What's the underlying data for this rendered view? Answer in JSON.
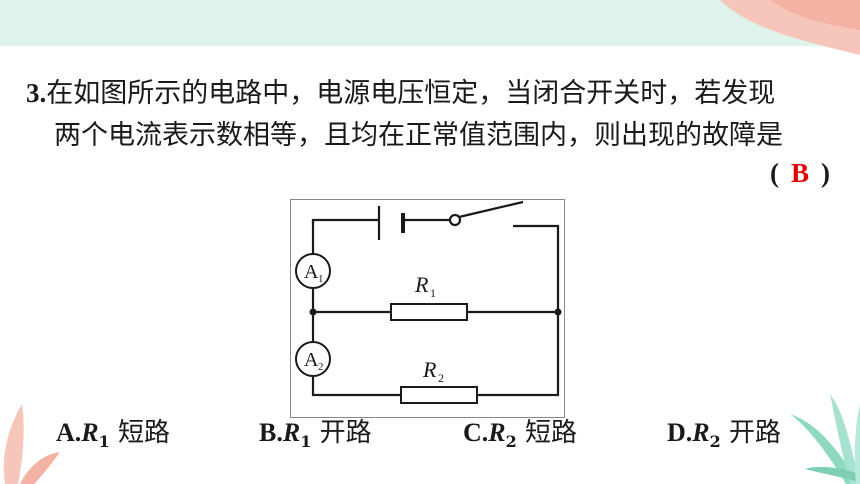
{
  "question": {
    "number": "3.",
    "line1": "在如图所示的电路中，电源电压恒定，当闭合开关时，若发现",
    "line2": "两个电流表示数相等，且均在正常值范围内，则出现的故障是",
    "paren_open": "(",
    "answer": "B",
    "paren_close": ")"
  },
  "circuit": {
    "ammeter1": "A",
    "ammeter1_sub": "1",
    "ammeter2": "A",
    "ammeter2_sub": "2",
    "r1": "R",
    "r1_sub": "1",
    "r2": "R",
    "r2_sub": "2"
  },
  "options": [
    {
      "letter": "A.",
      "symbol": "R",
      "sub": "1",
      "text": "短路"
    },
    {
      "letter": "B.",
      "symbol": "R",
      "sub": "1",
      "text": "开路"
    },
    {
      "letter": "C.",
      "symbol": "R",
      "sub": "2",
      "text": "短路"
    },
    {
      "letter": "D.",
      "symbol": "R",
      "sub": "2",
      "text": "开路"
    }
  ],
  "colors": {
    "banner": "#dff3ec",
    "answer": "#e00000",
    "corner_pink": "#f7c6bb",
    "leaf_green": "#8fd9c0"
  }
}
